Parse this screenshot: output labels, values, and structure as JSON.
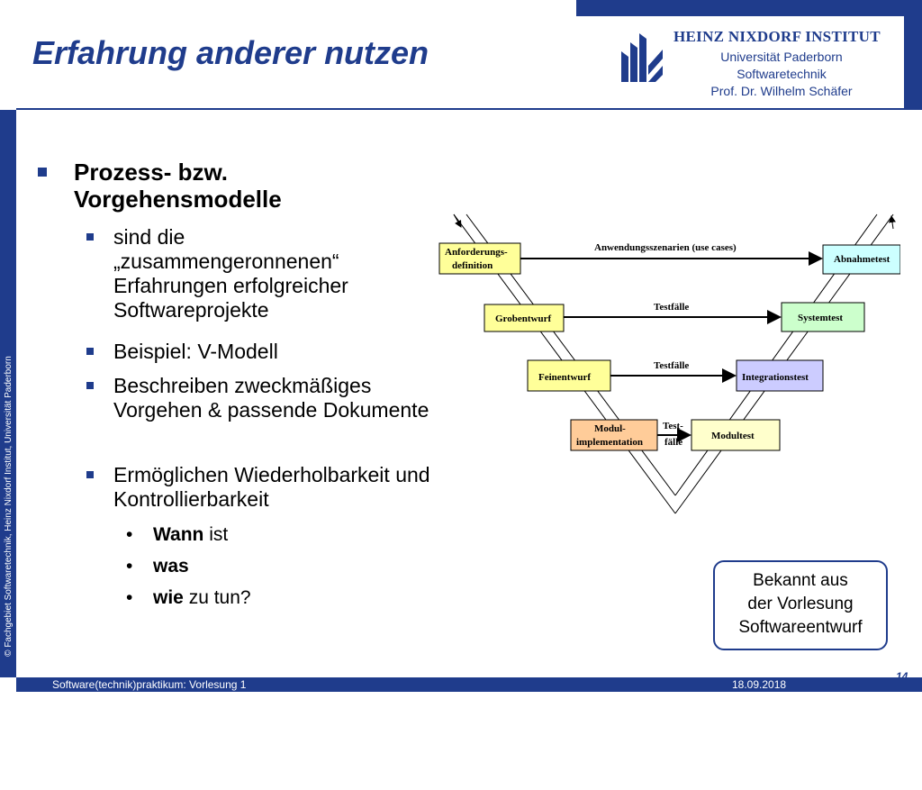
{
  "header": {
    "title": "Erfahrung anderer nutzen",
    "institute": "HEINZ NIXDORF INSTITUT",
    "lines": [
      "Universität Paderborn",
      "Softwaretechnik",
      "Prof. Dr. Wilhelm Schäfer"
    ]
  },
  "sidebar": {
    "copyright": "© Fachgebiet Softwaretechnik, Heinz Nixdorf Institut, Universität Paderborn"
  },
  "content": {
    "heading": "Prozess- bzw. Vorgehensmodelle",
    "bullets": [
      "sind die „zusammengeronnenen“ Erfahrungen erfolgreicher Softwareprojekte",
      "Beispiel: V-Modell",
      "Beschreiben zweckmäßiges Vorgehen & passende Dokumente",
      "Ermöglichen Wiederholbarkeit und Kontrollierbarkeit"
    ],
    "sub": [
      {
        "bold": "Wann",
        "rest": " ist"
      },
      {
        "bold": "was",
        "rest": ""
      },
      {
        "bold": "wie",
        "rest": " zu tun?"
      }
    ],
    "sub_marker": "•"
  },
  "diagram": {
    "boxes": {
      "anforderung_1": "Anforderungs-",
      "anforderung_2": "definition",
      "grobentwurf": "Grobentwurf",
      "feinentwurf": "Feinentwurf",
      "modul_1": "Modul-",
      "modul_2": "implementation",
      "abnahmetest": "Abnahmetest",
      "systemtest": "Systemtest",
      "integrationstest": "Integrationstest",
      "modultest": "Modultest"
    },
    "arrows": {
      "usecases": "Anwendungsszenarien (use cases)",
      "testfaelle_1": "Testfälle",
      "testfaelle_2": "Testfälle",
      "test_1": "Test-",
      "test_2": "fälle"
    },
    "colors": {
      "yellow": "#ffff99",
      "orange": "#ffcc99",
      "green": "#ccffcc",
      "cyan": "#ccffff",
      "lavender": "#ccccff",
      "olive": "#ffffcc"
    }
  },
  "callout": {
    "line1": "Bekannt aus",
    "line2": "der Vorlesung",
    "line3": "Softwareentwurf"
  },
  "footer": {
    "course": "Software(technik)praktikum: Vorlesung 1",
    "date": "18.09.2018",
    "page": "14"
  }
}
